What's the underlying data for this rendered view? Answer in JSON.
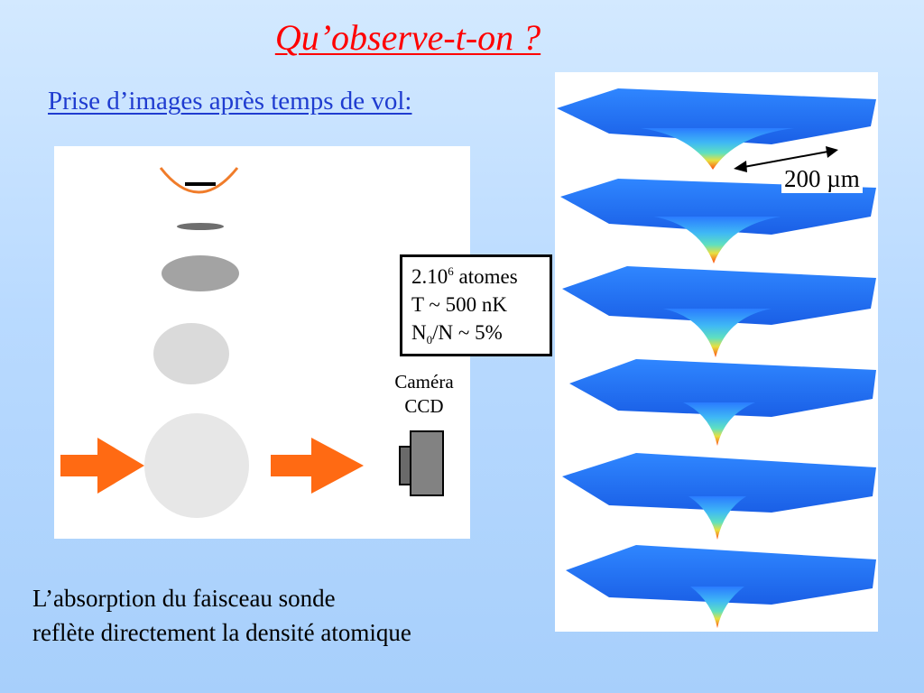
{
  "slide": {
    "title": "Qu’observe-t-on ?",
    "subtitle": "Prise d’images après temps de vol:"
  },
  "diagram": {
    "camera_label_line1": "Caméra",
    "camera_label_line2": "CCD",
    "info": {
      "atoms_prefix": "2.10",
      "atoms_exponent": "6",
      "atoms_suffix": " atomes",
      "temperature": "T ~ 500 nK",
      "fraction_prefix": "N",
      "fraction_subscript": "0",
      "fraction_suffix": "/N ~ 5%"
    }
  },
  "images": {
    "scale_label": "200 µm"
  },
  "conclusion": {
    "line1": "L’absorption du faisceau sonde",
    "line2": "reflète directement la densité atomique"
  },
  "colors": {
    "title": "#ff0000",
    "subtitle": "#1f3cd0",
    "arrow": "#ff6a13",
    "trap_arc": "#f07c2a"
  }
}
